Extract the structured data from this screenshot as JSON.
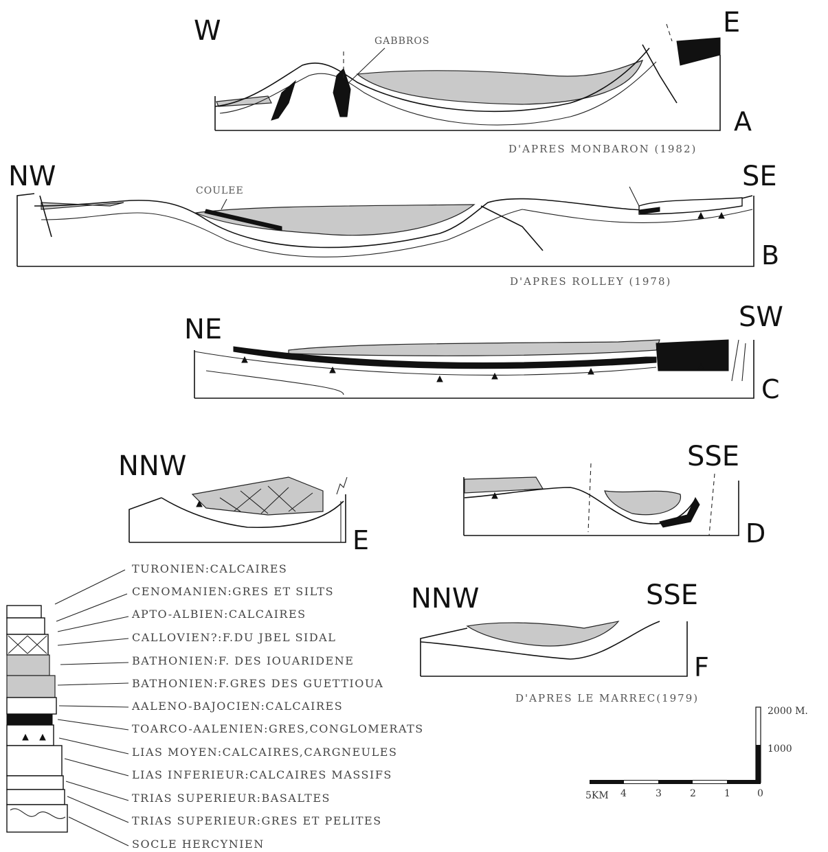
{
  "sections": {
    "A": {
      "left": "W",
      "right": "E",
      "letter": "A",
      "source": "D'APRES MONBARON (1982)",
      "annotation": "GABBROS"
    },
    "B": {
      "left": "NW",
      "right": "SE",
      "letter": "B",
      "source": "D'APRES ROLLEY (1978)",
      "annotation": "COULEE"
    },
    "C": {
      "left": "NE",
      "right": "SW",
      "letter": "C"
    },
    "D": {
      "right": "SSE",
      "letter": "D"
    },
    "E": {
      "left": "NNW",
      "letter": "E"
    },
    "F": {
      "left": "NNW",
      "right": "SSE",
      "letter": "F",
      "source": "D'APRES LE MARREC(1979)"
    }
  },
  "legend": [
    "TURONIEN:CALCAIRES",
    "CENOMANIEN:GRES ET SILTS",
    "APTO-ALBIEN:CALCAIRES",
    "CALLOVIEN?:F.DU JBEL SIDAL",
    "BATHONIEN:F. DES IOUARIDENE",
    "BATHONIEN:F.GRES DES GUETTIOUA",
    "AALENO-BAJOCIEN:CALCAIRES",
    "TOARCO-AALENIEN:GRES,CONGLOMERATS",
    "LIAS MOYEN:CALCAIRES,CARGNEULES",
    "LIAS INFERIEUR:CALCAIRES MASSIFS",
    "TRIAS SUPERIEUR:BASALTES",
    "TRIAS SUPERIEUR:GRES ET PELITES",
    "SOCLE HERCYNIEN"
  ],
  "scale": {
    "vertical_labels": [
      "2000 M.",
      "1000"
    ],
    "horizontal_labels": [
      "5KM",
      "4",
      "3",
      "2",
      "1",
      "0"
    ]
  },
  "icons": [
    "arrow-icon",
    "triangle-marker-icon",
    "fault-line-icon"
  ]
}
